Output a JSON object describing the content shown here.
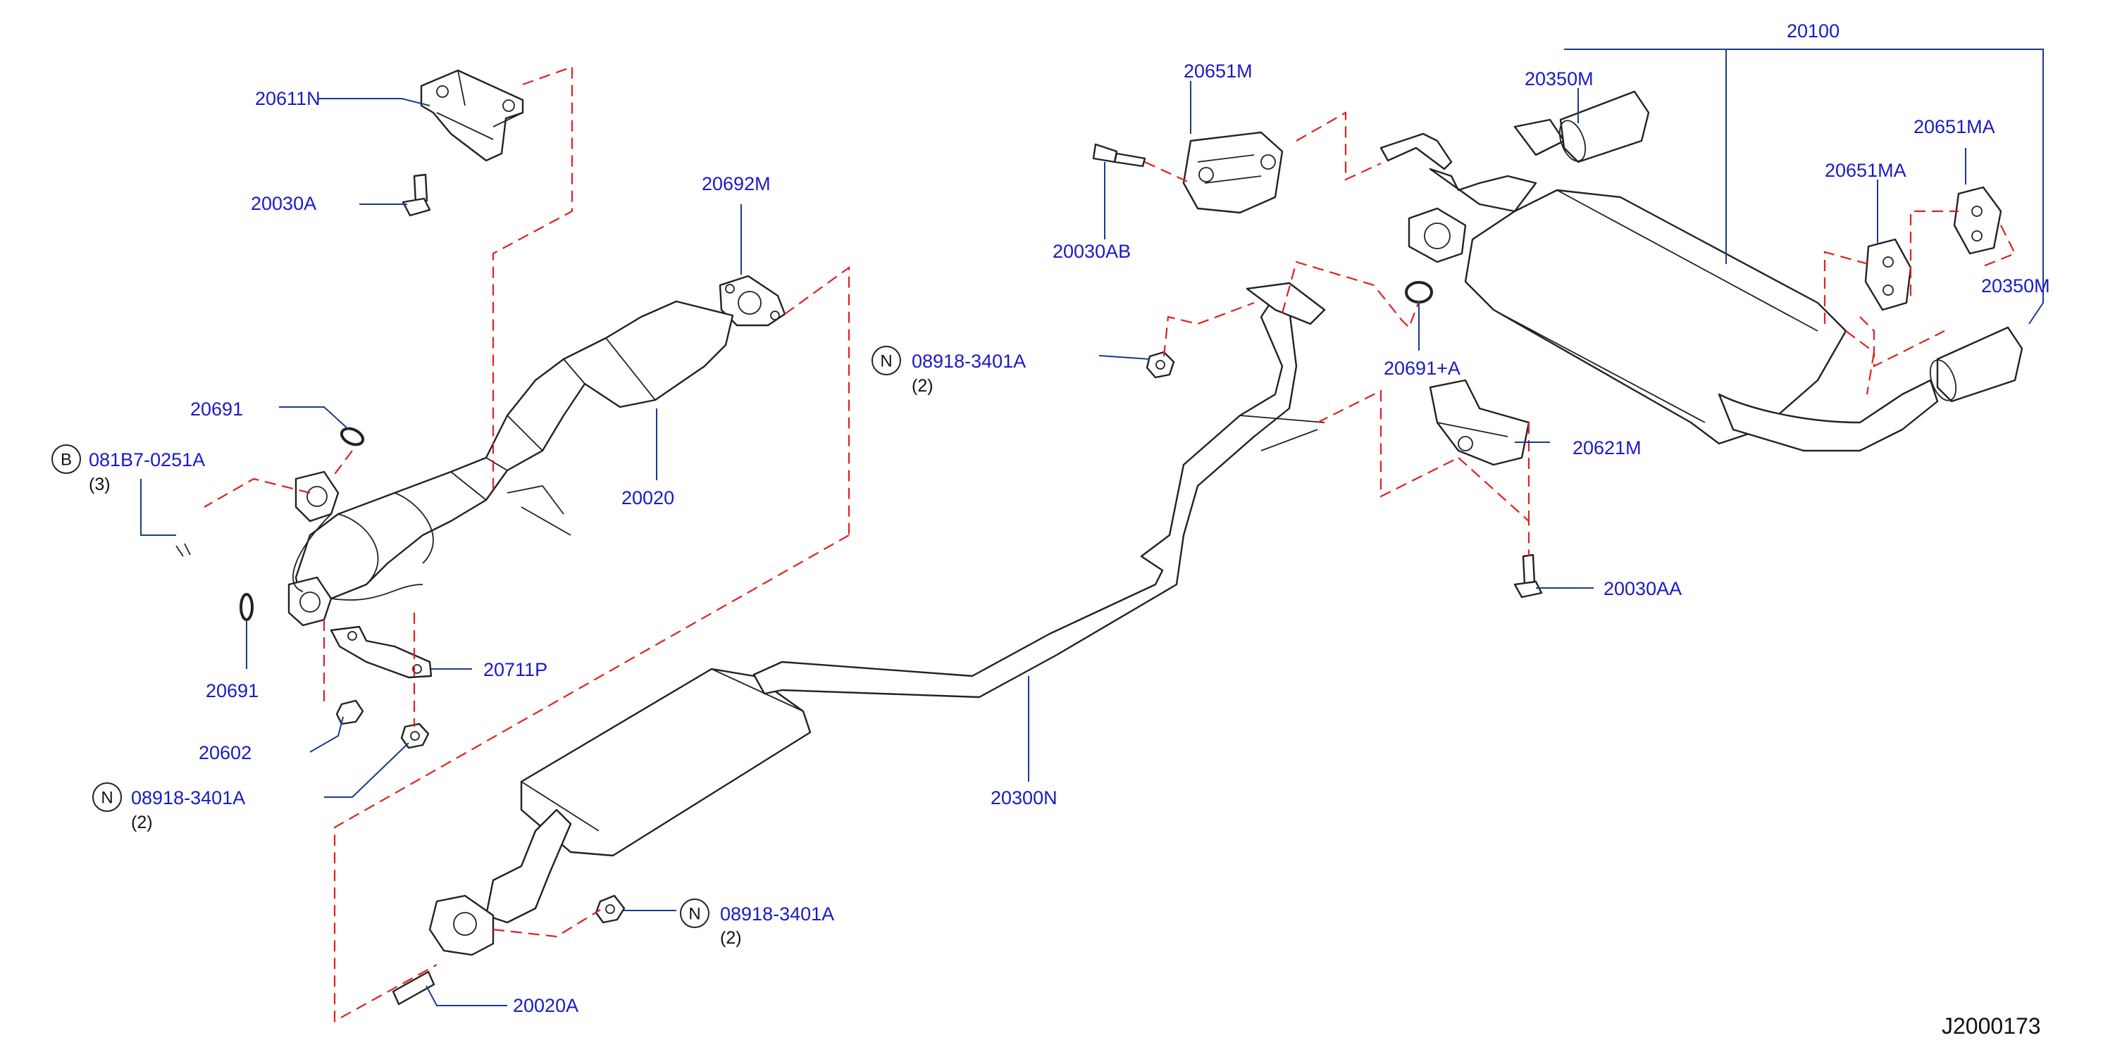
{
  "colors": {
    "label": "#1a1ac8",
    "leader": "#1a3a8c",
    "dashed": "#e02020",
    "part_outline": "#222222",
    "text_black": "#111111"
  },
  "labels": {
    "p20611N": "20611N",
    "p20030A": "20030A",
    "p20692M": "20692M",
    "p20691_upper": "20691",
    "p081B7": "081B7-0251A",
    "p081B7_qty": "(3)",
    "p081B7_badge": "B",
    "p20020": "20020",
    "p20691_lower": "20691",
    "p20711P": "20711P",
    "p20602": "20602",
    "p08918_left": "08918-3401A",
    "p08918_left_qty": "(2)",
    "p08918_left_badge": "N",
    "p20651M": "20651M",
    "p20030AB": "20030AB",
    "p08918_mid": "08918-3401A",
    "p08918_mid_qty": "(2)",
    "p08918_mid_badge": "N",
    "p20300N": "20300N",
    "p08918_bot": "08918-3401A",
    "p08918_bot_qty": "(2)",
    "p08918_bot_badge": "N",
    "p20020A": "20020A",
    "p20100": "20100",
    "p20350M_top": "20350M",
    "p20651MA_a": "20651MA",
    "p20651MA_b": "20651MA",
    "p20350M_right": "20350M",
    "p20691A": "20691+A",
    "p20621M": "20621M",
    "p20030AA": "20030AA"
  },
  "diagram_ref": "J2000173"
}
